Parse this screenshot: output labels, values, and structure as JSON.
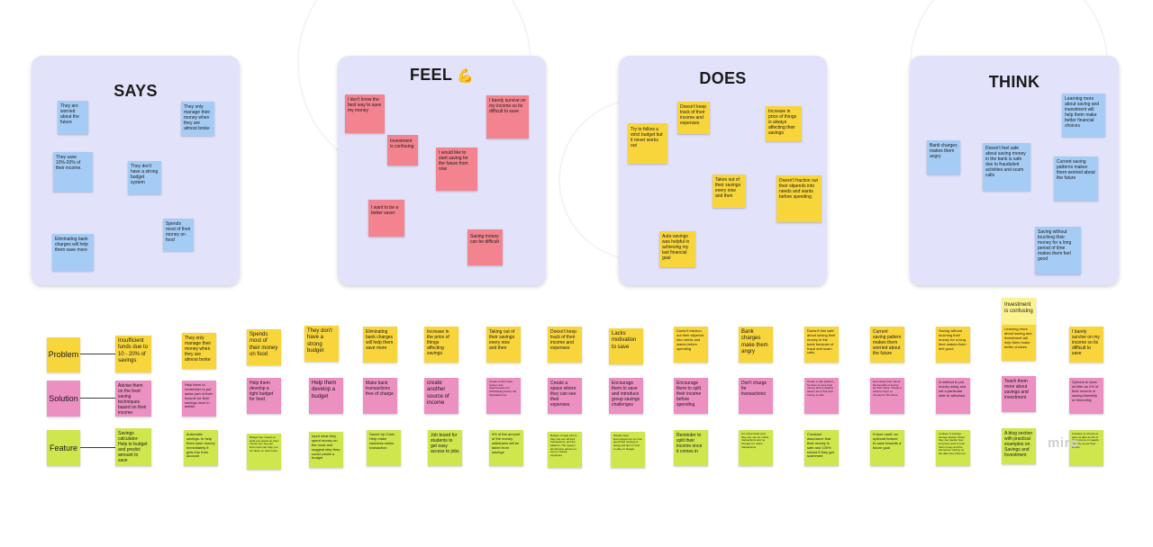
{
  "quadrants": {
    "says": {
      "title": "SAYS",
      "notes": [
        "They are worried about the future",
        "They only manage their money when they are almost broke",
        "They save 10%-20% of their income.",
        "They don't have a strong budget system",
        "Spends most of their money on food",
        "Eliminating bank charges will help them save more"
      ]
    },
    "feel": {
      "title": "FEEL",
      "emoji": "💪",
      "notes": [
        "I don't know the best way to save my money",
        "I barely survive on my income so its difficult to save",
        "Investment is confusing",
        "I would like to start saving for the future from now",
        "I want to be a better saver",
        "Saving money can be difficult"
      ]
    },
    "does": {
      "title": "DOES",
      "notes": [
        "Try to follow a strict budget but it never works out",
        "Doesn't keep track of their income and expenses",
        "Increase in price of things is always affecting their savings",
        "Takes out of their savings every now and then",
        "Doesn't fraction out their stipends into needs and wants before spending",
        "Auto-savings was helpful in achieving my last financial goal"
      ]
    },
    "think": {
      "title": "THINK",
      "notes": [
        "Learning more about saving and investment will help them make better financial choices",
        "Bank charges makes them angry",
        "Doesn't feel safe about saving money in the bank is safe due to fraudulent activities and scam calls",
        "Current saving patterns makes them worried about the future",
        "Saving without touching their money for a long period of time makes them feel good"
      ]
    }
  },
  "rows": {
    "problem": {
      "label": "Problem",
      "items": [
        "Insufficient funds due to 10 - 20% of savings",
        "They only manage their money when they are almost broke",
        "Spends most of their money on food",
        "They don't have a strong budget",
        "Eliminating bank charges will help them save more",
        "Increase in the price of things affecting savings",
        "Taking out of their savings every now and then",
        "Doesn't keep track of their income and expenses",
        "Lacks motivation to save",
        "Doesn't fraction out their stipends into needs and wants before spending",
        "Bank charges make them angry",
        "Doesn't feel safe about saving their money in the bank because of fraud and scam calls.",
        "Current saving pattern makes them worried about the future",
        "Saving without touching their money for a long time makes them feel good",
        "Learning more about saving and investment will help them make better choices",
        "I barely survive on my income so its difficult to save"
      ],
      "extra": "Investment is confusing"
    },
    "solution": {
      "label": "Solution",
      "items": [
        "Advise them on the best saving techniques based on their income",
        "Help them to remember to put aside part of their income for their savings once in awhile",
        "Help them develop a tight budget for food",
        "Help them develop a budget",
        "Make bank transactions free of charge",
        "create another source of income",
        "Create a strict vault system and repercussions for withdrawing before the stipulated time",
        "Create a space where they can see their expenses",
        "Encourage them to save and introduce group savings challenges",
        "Encourage them to split their income before spending",
        "Don't charge for transactions",
        "Create a safe platform for them to save their money and constantly assure them that their money is safe",
        "Encourage them about the benefits of saving for their future. Create a vault for them to choose for the future",
        "A method to put money away and set a particular date to withdraw",
        "Teach them more about savings and investment",
        "Options to save as little as 2% of their income or saving biweekly or bimonthly"
      ]
    },
    "feature": {
      "label": "Feature",
      "items": [
        "Savings calculator- Help to budget and predict amount to save",
        "Automatic savings- to help them save money immediately it gets into their account",
        "Budget tips: based on what you spend on food money etc, see just how much can help you cut down on food costs",
        "Input what they spent money on the most and suggest step they could create a budget",
        "Saved Up Card- Help make cashless online transaction",
        "Job board for students to get easy access to jobs",
        "5% of the amount of the money withdrawn will be taken from savings",
        "Budget: A page where they can see all their transactions, and the balance. The system should give advice on how to reduce expenses",
        "Weekly Tips/ Encouragement on how good their savings is doing and tips on how to stay on budget",
        "Reminder to split their income once it comes in",
        "An online bank card they can use for online transactions and no charges for online transactions",
        "Constant assurance that their money is safe and 100% refund if they get scammed",
        "Future vault: an optional feature to save towards a future goal",
        "Lockout: A savings storage feature where they can decide how long they want to lock their money and the interest for saving. At the date they have set",
        "A blog section with practical examples on Savings and Investment",
        "A feature to choose to save as little as 2% of their income or weekly monthly as per their choice"
      ]
    }
  },
  "watermark": "miro"
}
